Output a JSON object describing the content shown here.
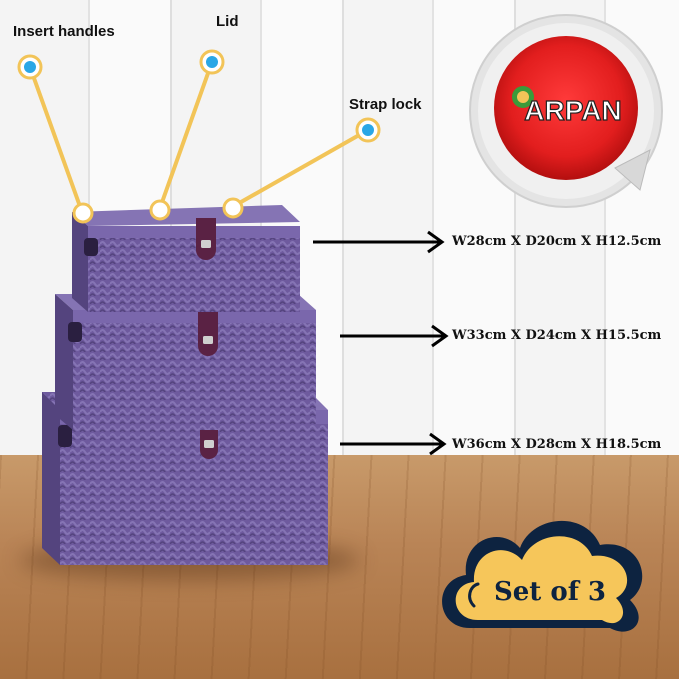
{
  "callouts": {
    "handles": "Insert handles",
    "lid": "Lid",
    "strap": "Strap lock"
  },
  "brand": {
    "name": "ARPAN"
  },
  "dimensions": [
    "W28cm X D20cm X H12.5cm",
    "W33cm X D24cm X H15.5cm",
    "W36cm X D28cm X H18.5cm"
  ],
  "badge": {
    "label": "Set of 3"
  },
  "colors": {
    "basket": "#6e5a9e",
    "strap": "#5a2244",
    "callout_line": "#f2c458",
    "callout_dot": "#2aa7e6",
    "badge_fill": "#f6c65a",
    "badge_outline": "#0d2340",
    "brand_red": "#e21e1e"
  }
}
